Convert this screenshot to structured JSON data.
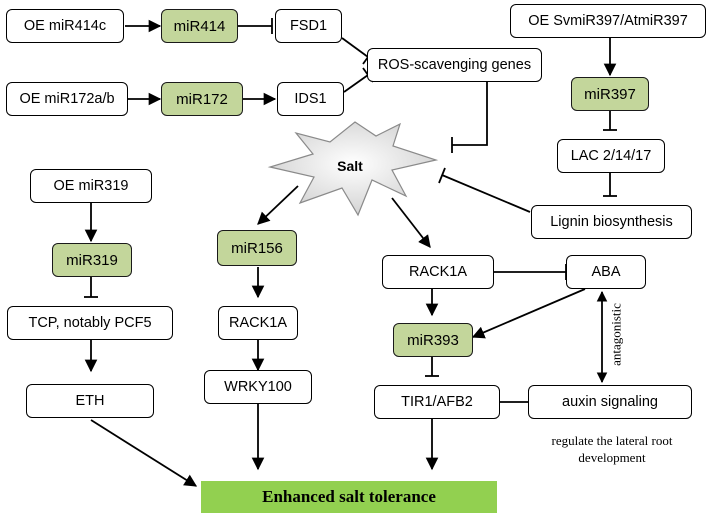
{
  "nodes": {
    "oe_mir414c": "OE miR414c",
    "mir414": "miR414",
    "fsd1": "FSD1",
    "oe_mir172": "OE miR172a/b",
    "mir172": "miR172",
    "ids1": "IDS1",
    "ros": "ROS-scavenging genes",
    "oe_mir397": "OE SvmiR397/AtmiR397",
    "mir397": "miR397",
    "lac": "LAC 2/14/17",
    "lignin": "Lignin biosynthesis",
    "salt": "Salt",
    "oe_mir319": "OE miR319",
    "mir319": "miR319",
    "tcp": "TCP, notably PCF5",
    "eth": "ETH",
    "mir156": "miR156",
    "rack1a_left": "RACK1A",
    "wrky100": "WRKY100",
    "rack1a_right": "RACK1A",
    "aba": "ABA",
    "mir393": "miR393",
    "tir1": "TIR1/AFB2",
    "auxin": "auxin signaling"
  },
  "labels": {
    "antagonistic": "antagonistic",
    "lateral_root": "regulate the lateral root development",
    "outcome": "Enhanced salt tolerance"
  },
  "colors": {
    "mirna_fill": "#c3d69b",
    "outcome_fill": "#92d050",
    "salt_fill": "#e3e3e3"
  }
}
